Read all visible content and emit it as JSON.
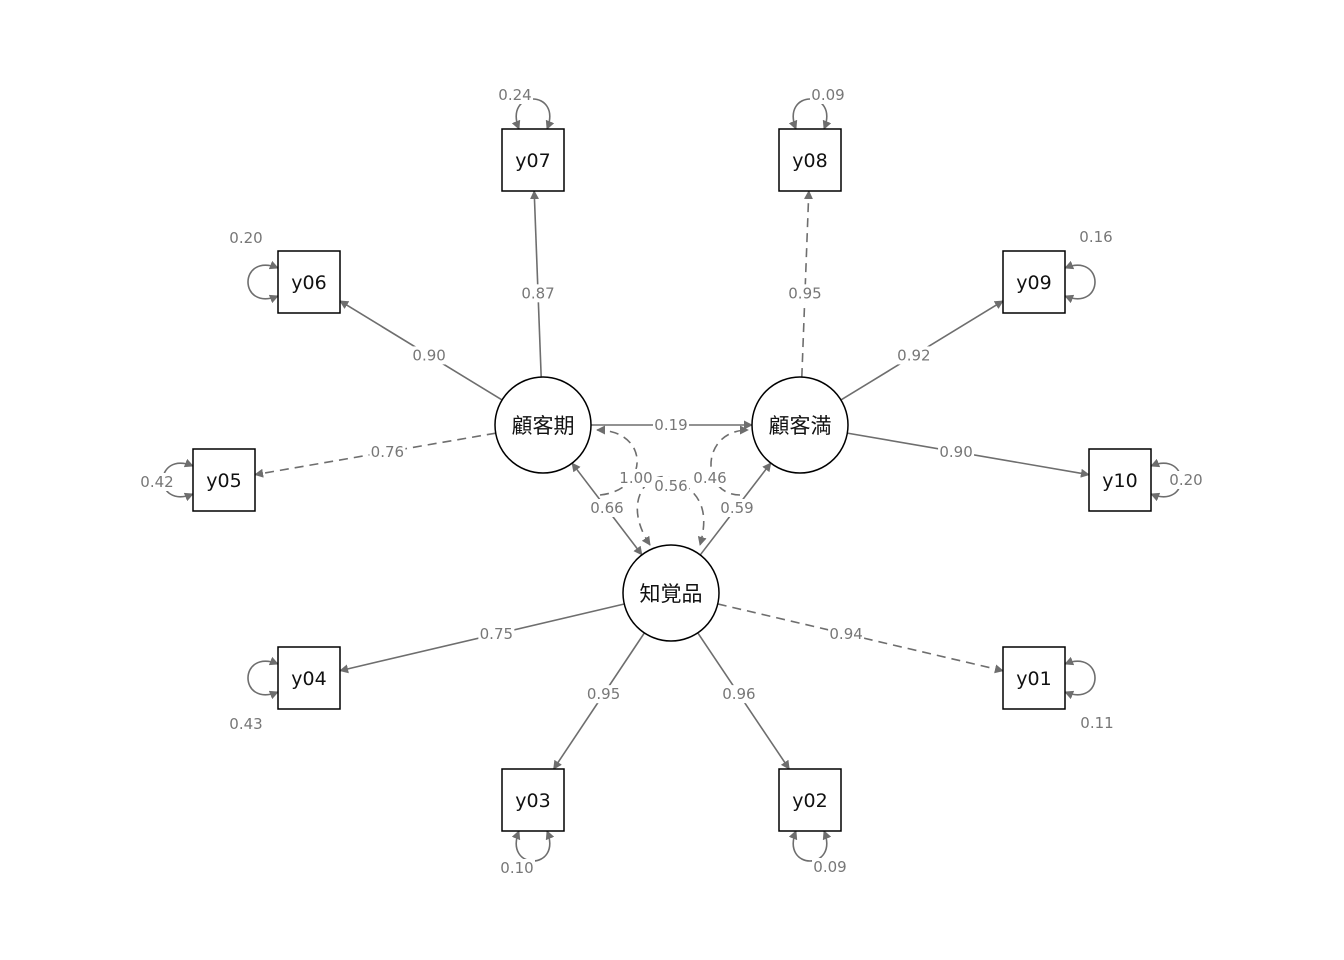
{
  "diagram": {
    "latents": [
      {
        "id": "L1",
        "label": "顧客期"
      },
      {
        "id": "L2",
        "label": "顧客満"
      },
      {
        "id": "L3",
        "label": "知覚品"
      }
    ],
    "observed": [
      {
        "id": "y01",
        "label": "y01",
        "variance": "0.11"
      },
      {
        "id": "y02",
        "label": "y02",
        "variance": "0.09"
      },
      {
        "id": "y03",
        "label": "y03",
        "variance": "0.10"
      },
      {
        "id": "y04",
        "label": "y04",
        "variance": "0.43"
      },
      {
        "id": "y05",
        "label": "y05",
        "variance": "0.42"
      },
      {
        "id": "y06",
        "label": "y06",
        "variance": "0.20"
      },
      {
        "id": "y07",
        "label": "y07",
        "variance": "0.24"
      },
      {
        "id": "y08",
        "label": "y08",
        "variance": "0.09"
      },
      {
        "id": "y09",
        "label": "y09",
        "variance": "0.16"
      },
      {
        "id": "y10",
        "label": "y10",
        "variance": "0.20"
      }
    ],
    "loadings": [
      {
        "from": "L1",
        "to": "y05",
        "value": "0.76",
        "fixed": true
      },
      {
        "from": "L1",
        "to": "y06",
        "value": "0.90",
        "fixed": false
      },
      {
        "from": "L1",
        "to": "y07",
        "value": "0.87",
        "fixed": false
      },
      {
        "from": "L2",
        "to": "y08",
        "value": "0.95",
        "fixed": true
      },
      {
        "from": "L2",
        "to": "y09",
        "value": "0.92",
        "fixed": false
      },
      {
        "from": "L2",
        "to": "y10",
        "value": "0.90",
        "fixed": false
      },
      {
        "from": "L3",
        "to": "y01",
        "value": "0.94",
        "fixed": true
      },
      {
        "from": "L3",
        "to": "y02",
        "value": "0.96",
        "fixed": false
      },
      {
        "from": "L3",
        "to": "y03",
        "value": "0.95",
        "fixed": false
      },
      {
        "from": "L3",
        "to": "y04",
        "value": "0.75",
        "fixed": false
      }
    ],
    "structural": [
      {
        "from": "L1",
        "to": "L2",
        "value": "0.19"
      },
      {
        "from": "L3",
        "to": "L1",
        "value": "0.66"
      },
      {
        "from": "L3",
        "to": "L2",
        "value": "0.59"
      }
    ],
    "latent_variances": [
      {
        "node": "L1",
        "value": "1.00"
      },
      {
        "node": "L3",
        "value": "0.56"
      },
      {
        "node": "L2",
        "value": "0.46"
      }
    ],
    "colors": {
      "edge": "#6e6e6e",
      "label": "#777777",
      "node_stroke": "#000000"
    }
  }
}
